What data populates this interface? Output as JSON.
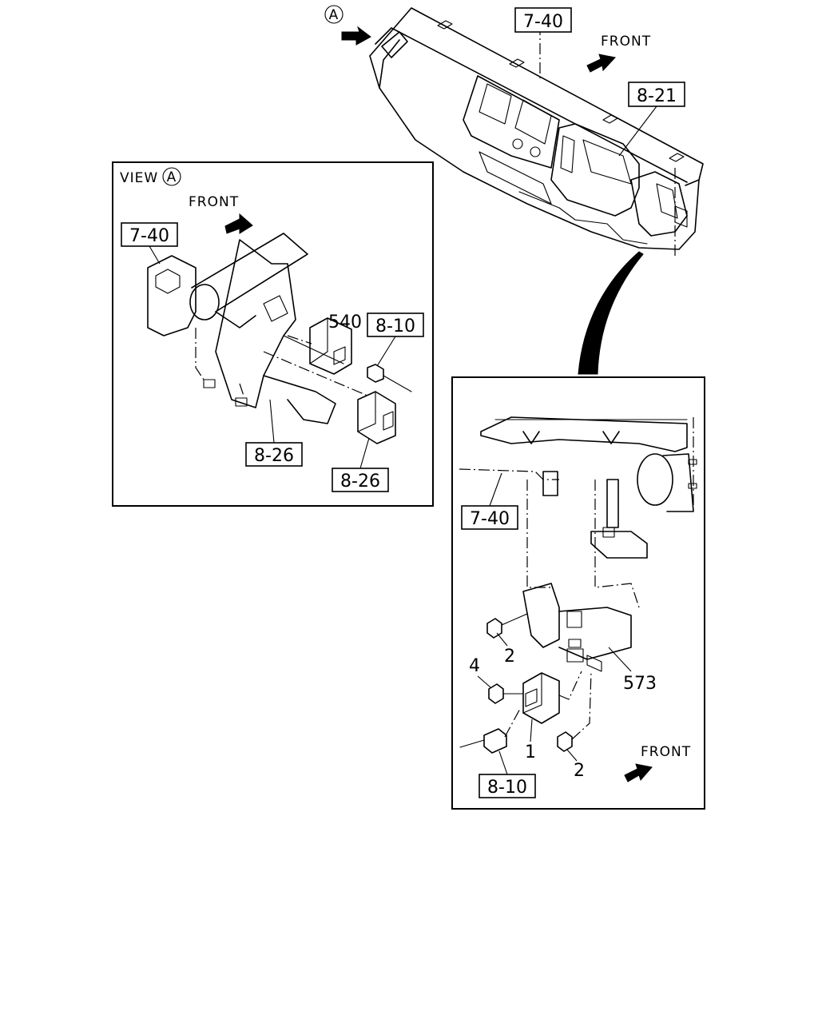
{
  "labels": {
    "view_marker": "A",
    "view_title": "VIEW",
    "front": "FRONT",
    "ref_7_40": "7-40",
    "ref_8_21": "8-21",
    "ref_8_10": "8-10",
    "ref_8_26": "8-26",
    "part_540": "540",
    "part_573": "573",
    "part_1": "1",
    "part_2": "2",
    "part_4": "4"
  }
}
